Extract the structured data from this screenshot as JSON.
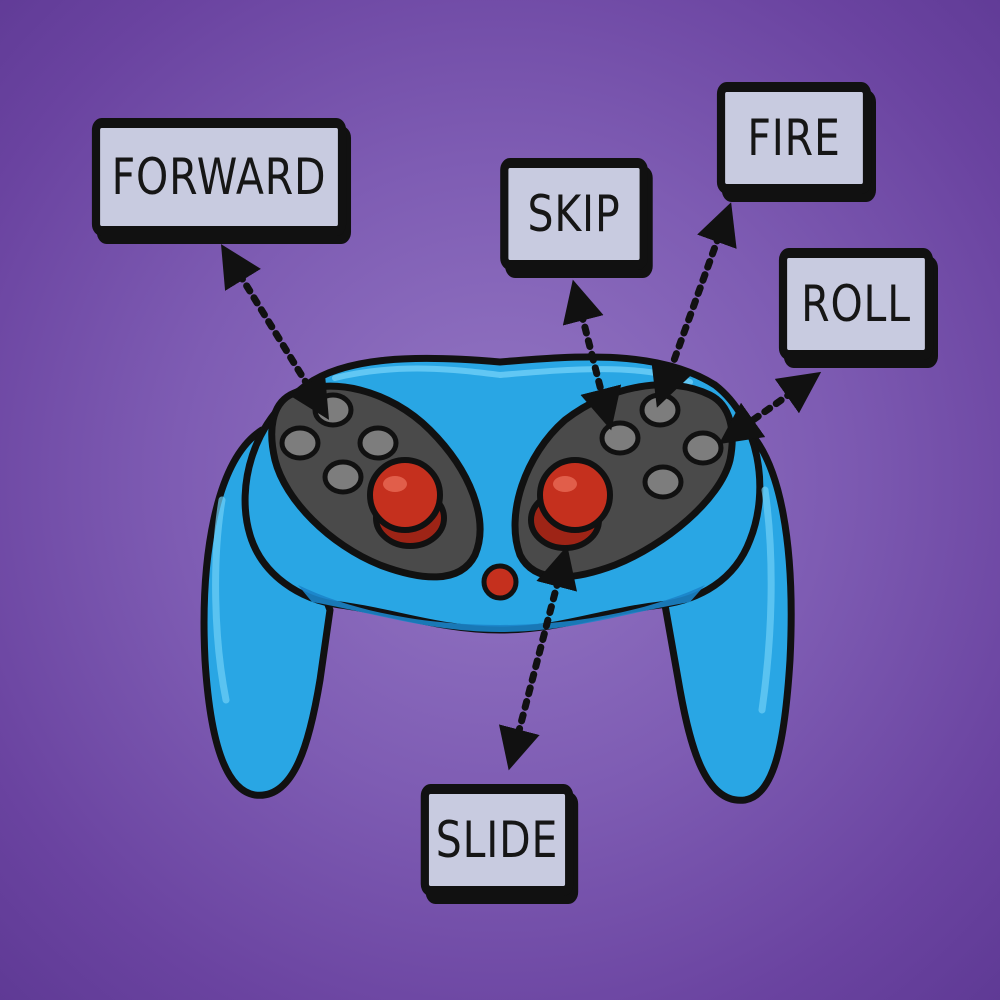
{
  "labels": {
    "forward": "FORWARD",
    "skip": "SKIP",
    "fire": "FIRE",
    "roll": "ROLL",
    "slide": "SLIDE"
  },
  "colors": {
    "background": "#7e5cb3",
    "controller_body": "#29a6e4",
    "controller_shadow": "#1b84c9",
    "button_pad": "#4a4a4a",
    "face_buttons": "#7d7d7d",
    "joysticks": "#c5301e",
    "label_fill": "#c8cbe0",
    "outline": "#111111"
  }
}
